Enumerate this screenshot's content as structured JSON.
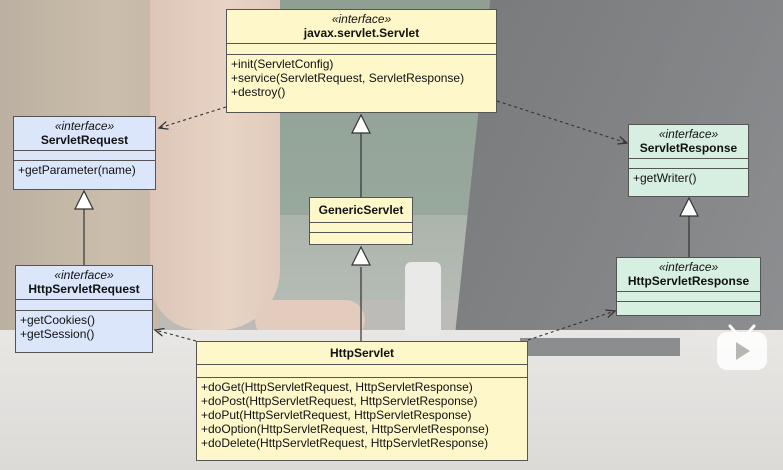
{
  "stereotype": "«interface»",
  "classes": {
    "servlet": {
      "name": "javax.servlet.Servlet",
      "operations": [
        "+init(ServletConfig)",
        "+service(ServletRequest, ServletResponse)",
        "+destroy()"
      ]
    },
    "servlet_request": {
      "name": "ServletRequest",
      "operations": [
        "+getParameter(name)"
      ]
    },
    "servlet_response": {
      "name": "ServletResponse",
      "operations": [
        "+getWriter()"
      ]
    },
    "generic_servlet": {
      "name": "GenericServlet"
    },
    "http_servlet_request": {
      "name": "HttpServletRequest",
      "operations": [
        "+getCookies()",
        "+getSession()"
      ]
    },
    "http_servlet_response": {
      "name": "HttpServletResponse"
    },
    "http_servlet": {
      "name": "HttpServlet",
      "operations": [
        "+doGet(HttpServletRequest, HttpServletResponse)",
        "+doPost(HttpServletRequest, HttpServletResponse)",
        "+doPut(HttpServletRequest, HttpServletResponse)",
        "+doOption(HttpServletRequest, HttpServletResponse)",
        "+doDelete(HttpServletRequest, HttpServletResponse)"
      ]
    }
  },
  "colors": {
    "interface_servlet": "#fdf7c9",
    "request_side": "#dbe6fb",
    "response_side": "#d6efe0",
    "class_fill": "#fdf7c9",
    "border": "#555555",
    "player_badge": "#ffffff"
  },
  "icons": {
    "player_badge": "video-play-icon"
  }
}
